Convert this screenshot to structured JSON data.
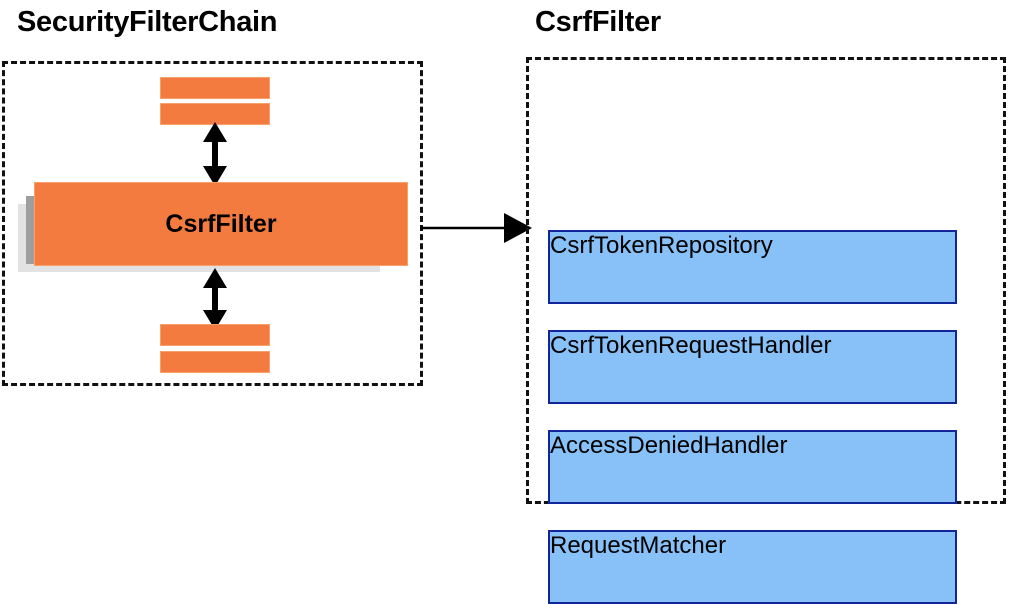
{
  "diagram": {
    "panels": [
      {
        "id": "security-filter-chain",
        "title": "SecurityFilterChain",
        "highlighted_node": "CsrfFilter",
        "anonymous_filters_above": 2,
        "anonymous_filters_below": 2
      },
      {
        "id": "csrf-filter",
        "title": "CsrfFilter",
        "collaborators": [
          {
            "label": "CsrfTokenRepository"
          },
          {
            "label": "CsrfTokenRequestHandler"
          },
          {
            "label": "AccessDeniedHandler"
          },
          {
            "label": "RequestMatcher"
          }
        ]
      }
    ],
    "connector": {
      "from": "CsrfFilter",
      "to": "csrf-filter-panel",
      "style": "single-headed-arrow"
    },
    "chain_links": [
      {
        "style": "double-headed-arrow",
        "position": "above-csrffilter"
      },
      {
        "style": "double-headed-arrow",
        "position": "below-csrffilter"
      }
    ],
    "colors": {
      "orange_fill": "#f47b3f",
      "orange_border": "#f9a06a",
      "blue_fill": "#87c1f7",
      "blue_border": "#13259b",
      "shadow_dark": "#9e9e9e",
      "shadow_light": "#e2e2e2",
      "outline": "#111111",
      "text": "#000000",
      "background": "#ffffff"
    }
  }
}
